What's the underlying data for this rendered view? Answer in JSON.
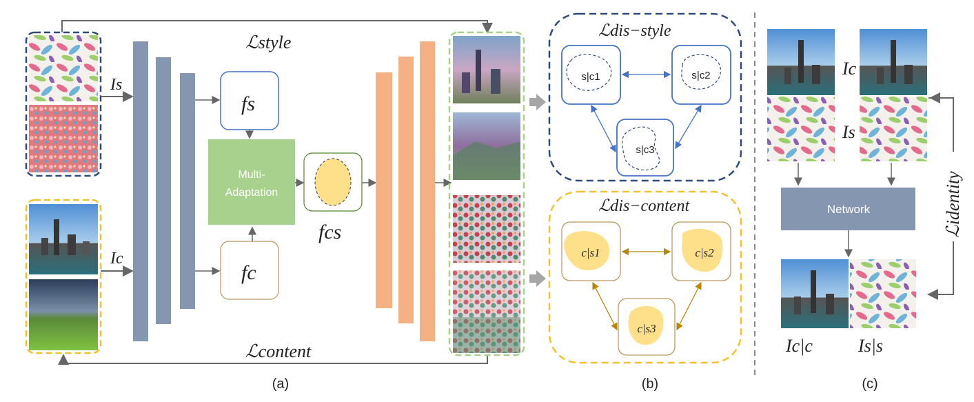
{
  "panel_a": {
    "caption": "(a)",
    "loss_style": "ℒstyle",
    "loss_content": "ℒcontent",
    "input_style": "Is",
    "input_content": "Ic",
    "style_feature": "fs",
    "content_feature": "fc",
    "fused_feature": "fcs",
    "module": [
      "Multi-",
      "Adaptation"
    ],
    "colors": {
      "encoder": "#8496b0",
      "decoder": "#f4b183",
      "module": "#a9d18e",
      "style_frame": "#2f4a7a",
      "content_frame": "#f2c12e",
      "output_frame": "#a9d18e"
    }
  },
  "panel_b": {
    "caption": "(b)",
    "loss_dis_style": "ℒdis−style",
    "loss_dis_content": "ℒdis−content",
    "style_nodes": [
      "s|c1",
      "s|c2",
      "s|c3"
    ],
    "content_nodes": [
      "c|s1",
      "c|s2",
      "c|s3"
    ]
  },
  "panel_c": {
    "caption": "(c)",
    "label_content": "Ic",
    "label_style": "Is",
    "network": "Network",
    "loss_identity": "ℒidentity",
    "out_content": "Ic|c",
    "out_style": "Is|s"
  }
}
